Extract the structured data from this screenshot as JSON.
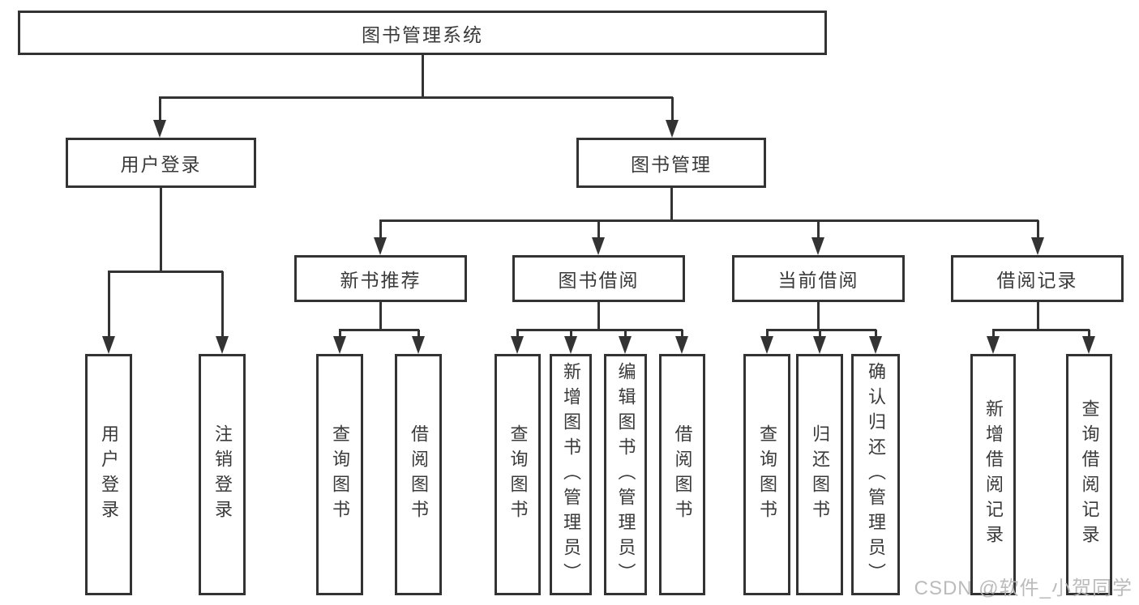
{
  "diagram_title": "图书管理系统",
  "watermark": "CSDN @软件_小贺同学",
  "colors": {
    "line": "#333333",
    "box_border": "#333333",
    "text": "#3a3a3a",
    "background": "#ffffff",
    "watermark": "#b7b7b7"
  },
  "tree": {
    "root": {
      "label": "图书管理系统",
      "children": [
        {
          "label": "用户登录",
          "children": [
            {
              "label": "用户登录"
            },
            {
              "label": "注销登录"
            }
          ]
        },
        {
          "label": "图书管理",
          "children": [
            {
              "label": "新书推荐",
              "children": [
                {
                  "label": "查询图书"
                },
                {
                  "label": "借阅图书"
                }
              ]
            },
            {
              "label": "图书借阅",
              "children": [
                {
                  "label": "查询图书"
                },
                {
                  "label": "新增图书（管理员）"
                },
                {
                  "label": "编辑图书（管理员）"
                },
                {
                  "label": "借阅图书"
                }
              ]
            },
            {
              "label": "当前借阅",
              "children": [
                {
                  "label": "查询图书"
                },
                {
                  "label": "归还图书"
                },
                {
                  "label": "确认归还（管理员）"
                }
              ]
            },
            {
              "label": "借阅记录",
              "children": [
                {
                  "label": "新增借阅记录"
                },
                {
                  "label": "查询借阅记录"
                }
              ]
            }
          ]
        }
      ]
    }
  }
}
